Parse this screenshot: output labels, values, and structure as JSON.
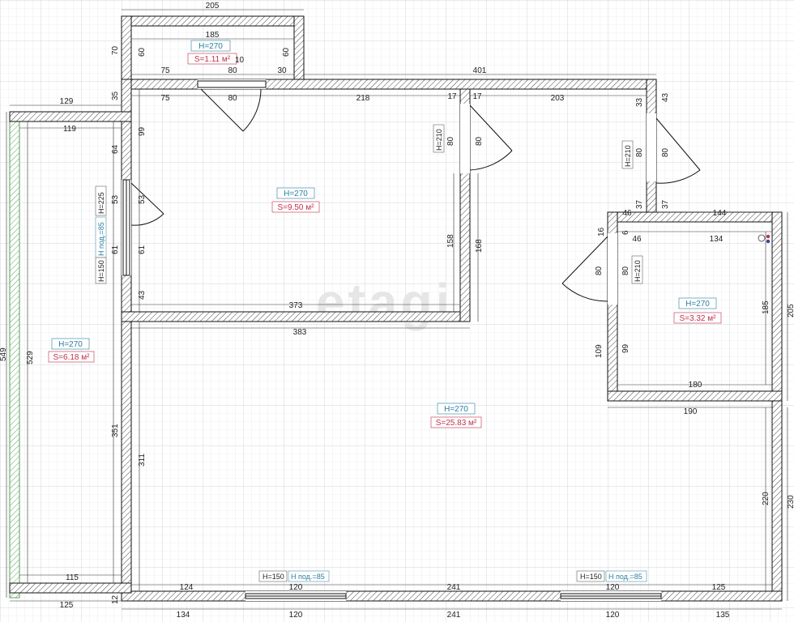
{
  "watermark": "etagi",
  "rooms": [
    {
      "height": "H=270",
      "area": "S=1.11 м²"
    },
    {
      "height": "H=270",
      "area": "S=9.50 м²"
    },
    {
      "height": "H=270",
      "area": "S=6.18 м²"
    },
    {
      "height": "H=270",
      "area": "S=25.83 м²"
    },
    {
      "height": "H=270",
      "area": "S=3.32 м²"
    }
  ],
  "openings": {
    "door_left": "H=225",
    "window_left_h": "H=150",
    "window_left_sill": "H под.=85",
    "door_mid": "H=210",
    "door_right": "H=210",
    "door_small": "H=210",
    "window_bottom_left_h": "H=150",
    "window_bottom_left_sill": "H под.=85",
    "window_bottom_right_h": "H=150",
    "window_bottom_right_sill": "H под.=85"
  },
  "dims": {
    "top_205": "205",
    "top_185": "185",
    "top_70": "70",
    "top_60a": "60",
    "top_60b": "60",
    "top_10": "10",
    "top_75a": "75",
    "top_80a": "80",
    "top_30": "30",
    "top_35": "35",
    "top_401": "401",
    "top_129": "129",
    "top_75b": "75",
    "top_80b": "80",
    "top_218": "218",
    "top_17a": "17",
    "top_17b": "17",
    "top_203": "203",
    "top_33": "33",
    "top_43": "43",
    "l_119": "119",
    "l_99": "99",
    "l_64": "64",
    "l_53a": "53",
    "l_53b": "53",
    "l_61a": "61",
    "l_61b": "61",
    "l_43": "43",
    "l_529": "529",
    "l_549": "549",
    "l_351": "351",
    "l_311": "311",
    "l_115": "115",
    "l_125": "125",
    "l_12": "12",
    "m_80a": "80",
    "m_80b": "80",
    "m_158": "158",
    "m_168": "168",
    "m_373": "373",
    "m_383": "383",
    "r_80a": "80",
    "r_80b": "80",
    "r_37a": "37",
    "r_37b": "37",
    "r_46a": "46",
    "r_144": "144",
    "r_16": "16",
    "r_6": "6",
    "r_46b": "46",
    "r_134": "134",
    "r_80c": "80",
    "r_80d": "80",
    "r_185": "185",
    "r_205": "205",
    "r_109": "109",
    "r_99": "99",
    "r_180": "180",
    "r_190": "190",
    "r_220": "220",
    "r_230": "230",
    "b_124": "124",
    "b_120a": "120",
    "b_241a": "241",
    "b_120b": "120",
    "b_125": "125",
    "b_134": "134",
    "b_120c": "120",
    "b_241b": "241",
    "b_120d": "120",
    "b_135": "135"
  }
}
